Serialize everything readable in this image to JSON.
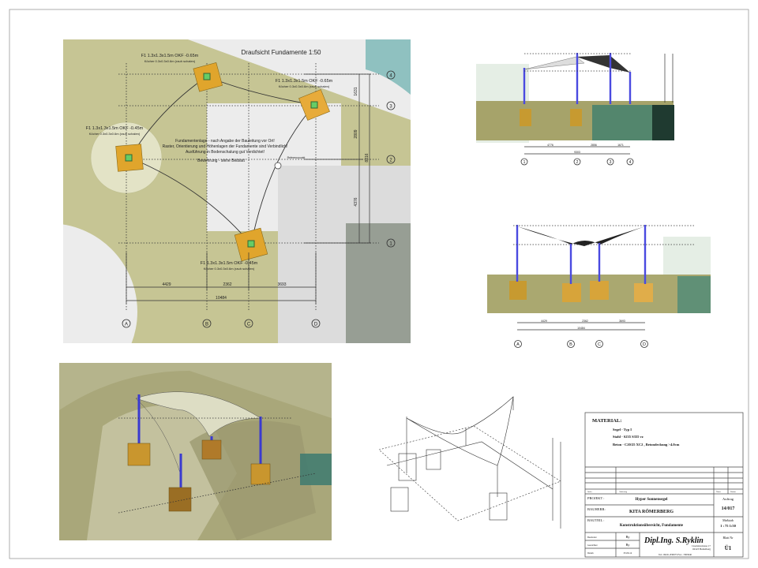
{
  "plan": {
    "title": "Draufsicht Fundamente  1:50",
    "footings": [
      {
        "label": "F1 1.3x1.3x1.5m  OKF -0.65m",
        "sub": "Köcher 0.3x0.3x0.6m (rauh schalen)"
      },
      {
        "label": "F1 1.3x1.3x1.5m  OKF -0.65m",
        "sub": "Köcher 0.3x0.3x0.6m (rauh schalen)"
      },
      {
        "label": "F1 1.3x1.3x1.5m  OKF -0.45m",
        "sub": "Köcher 0.3x0.3x0.6m (rauh schalen)"
      },
      {
        "label": "F1 1.3x1.3x1.5m  OKF -0.45m",
        "sub": "Köcher 0.3x0.3x0.6m (rauh schalen)"
      }
    ],
    "notes": [
      "Fundamentenlage - nach Angabe der Bauleitung vor Ort!",
      "Raster, Orientierung und Höhenlagen der Fundamente sind Verbindlich!",
      "Ausführung in Bodenschalung gut Verdichtet!",
      "Bewehrung - siehe Beiblatt"
    ],
    "reference": "Referenzpunkt",
    "dims_bottom": [
      "4429",
      "2362",
      "3693"
    ],
    "dim_total": "10484",
    "dims_right": [
      "1631",
      "2809",
      "8816",
      "4376"
    ],
    "axes_x": [
      "A",
      "B",
      "C",
      "D"
    ],
    "axes_y": [
      "4",
      "3",
      "2",
      "1"
    ]
  },
  "elevation1": {
    "axes": [
      "1",
      "2",
      "3",
      "4"
    ],
    "dims": [
      "4776",
      "2856",
      "1671"
    ],
    "total": "9303"
  },
  "elevation2": {
    "axes": [
      "A",
      "B",
      "C",
      "D"
    ],
    "dims": [
      "4429",
      "2362",
      "3693"
    ],
    "total": "10484"
  },
  "titleblock": {
    "material_heading": "MATERIAL:",
    "materials": [
      "Segel   - Typ I",
      "Stahl   - S235 S355 vz",
      "Beton  - C20/25 XC2 , Betondeckung >4.0cm"
    ],
    "rev_headers": [
      "Index",
      "Änderung",
      "Name",
      "Datum"
    ],
    "projekt_label": "PROJEKT :",
    "projekt": "Hyper Sonnensegel",
    "auftrag_label": "Auftrag",
    "auftrag": "14/017",
    "bauherr_label": "BAUHERR:",
    "bauherr": "KITA RÖMERBERG",
    "bauteil_label": "BAUTEIL :",
    "bauteil": "Konstruktionsübersicht, Fundamente",
    "massstab_label": "Maßstab",
    "massstab": "1 : 75  1:50",
    "bearbeiter_label": "Bearbeiter",
    "bearbeiter": "Ry",
    "gezeichnet_label": "Gezeichnet",
    "gezeichnet": "Ry",
    "datum_label": "Datum",
    "datum": "05.06.14",
    "firm": "Dipl.Ing. S.Ryklin",
    "address1": "Liselottestrasse 17",
    "address2": "69123 Heidelberg",
    "phone": "Tel.: 06221-830675  Fax: -7963040",
    "blatt_label": "Blatt Nr",
    "blatt": "Ü1"
  }
}
